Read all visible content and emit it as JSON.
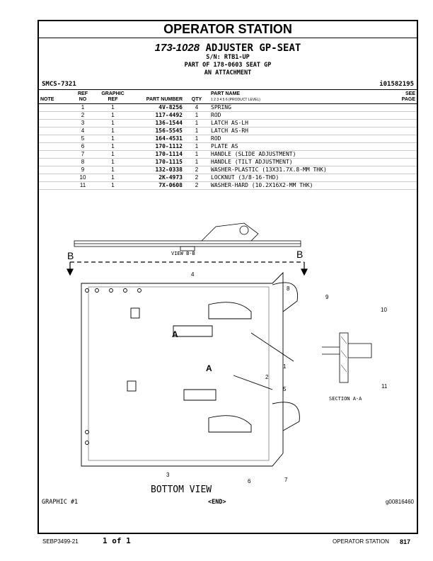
{
  "header": {
    "section": "OPERATOR STATION",
    "part_no": "173-1028",
    "part_name": "ADJUSTER GP-SEAT",
    "serial": "S/N: RTB1-UP",
    "part_of": "PART OF 178-0603 SEAT GP",
    "attachment": "AN ATTACHMENT",
    "smcs": "SMCS-7321",
    "doc_id": "i01582195"
  },
  "table": {
    "columns": {
      "note": "NOTE",
      "ref": "REF",
      "no": "NO",
      "graphic": "GRAPHIC",
      "gref": "REF",
      "part_number": "PART NUMBER",
      "qty": "QTY",
      "part_name": "PART NAME",
      "levels": "1  2  3  4  5  6  (PRODUCT LEVEL)",
      "see": "SEE",
      "page": "PAGE"
    },
    "rows": [
      {
        "ref": "1",
        "g": "1",
        "pn": "4V-8256",
        "qty": "4",
        "name": "SPRING"
      },
      {
        "ref": "2",
        "g": "1",
        "pn": "117-4492",
        "qty": "1",
        "name": "ROD"
      },
      {
        "ref": "3",
        "g": "1",
        "pn": "136-1544",
        "qty": "1",
        "name": "LATCH AS-LH"
      },
      {
        "ref": "4",
        "g": "1",
        "pn": "156-5545",
        "qty": "1",
        "name": "LATCH AS-RH"
      },
      {
        "ref": "5",
        "g": "1",
        "pn": "164-4531",
        "qty": "1",
        "name": "ROD"
      },
      {
        "ref": "6",
        "g": "1",
        "pn": "170-1112",
        "qty": "1",
        "name": "PLATE AS"
      },
      {
        "ref": "7",
        "g": "1",
        "pn": "170-1114",
        "qty": "1",
        "name": "HANDLE (SLIDE ADJUSTMENT)"
      },
      {
        "ref": "8",
        "g": "1",
        "pn": "170-1115",
        "qty": "1",
        "name": "HANDLE (TILT ADJUSTMENT)"
      },
      {
        "ref": "9",
        "g": "1",
        "pn": "132-0338",
        "qty": "2",
        "name": "WASHER-PLASTIC (13X31.7X.8-MM THK)"
      },
      {
        "ref": "10",
        "g": "1",
        "pn": "2K-4973",
        "qty": "2",
        "name": "LOCKNUT (3/8-16-THD)"
      },
      {
        "ref": "11",
        "g": "1",
        "pn": "7X-0608",
        "qty": "2",
        "name": "WASHER-HARD (10.2X16X2-MM THK)"
      }
    ]
  },
  "drawing": {
    "view_bb": "VIEW B-B",
    "b": "B",
    "a": "A",
    "bottom_view": "BOTTOM VIEW",
    "section": "SECTION A-A",
    "callouts": [
      "1",
      "2",
      "3",
      "4",
      "5",
      "6",
      "7",
      "8",
      "9",
      "10",
      "11"
    ]
  },
  "footer": {
    "graphic": "GRAPHIC #1",
    "end": "<END>",
    "graphic_id": "g00816460",
    "doc": "SEBP3499-21",
    "page_of": "1 of 1",
    "section": "OPERATOR STATION",
    "page": "817"
  }
}
